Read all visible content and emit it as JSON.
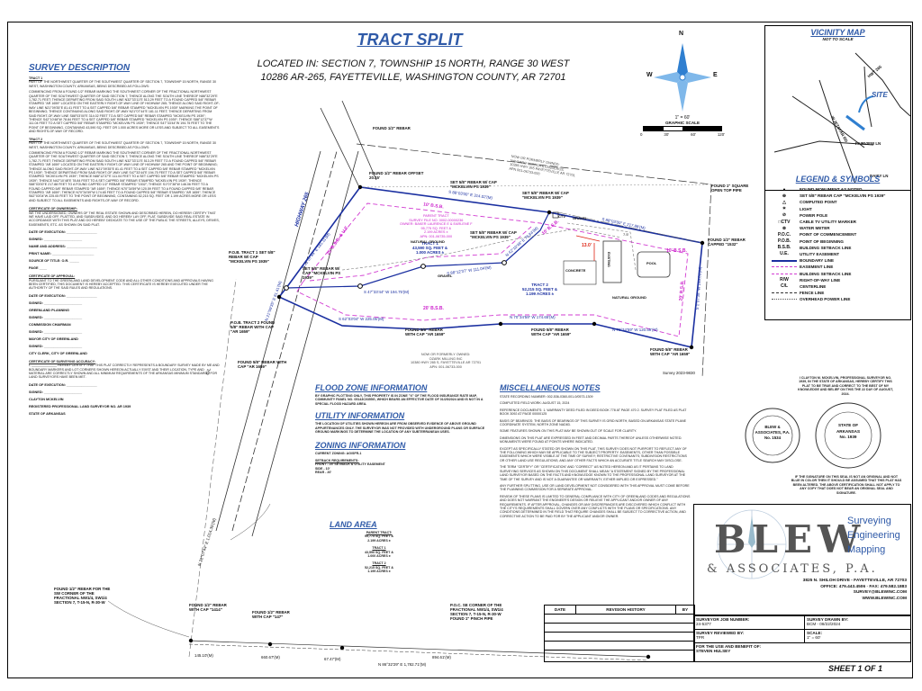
{
  "title": "TRACT SPLIT",
  "location_line1": "LOCATED IN: SECTION 7, TOWNSHIP 15 NORTH, RANGE 30 WEST",
  "location_line2": "10286 AR-265, FAYETTEVILLE, WASHINGTON COUNTY, AR 72701",
  "north": {
    "n": "N",
    "s": "S",
    "e": "E",
    "w": "W"
  },
  "graphic_scale": {
    "label": "GRAPHIC SCALE",
    "ratio": "1\" = 60'",
    "ticks": [
      "0",
      "30'",
      "60'",
      "120'"
    ]
  },
  "vicinity": {
    "title": "VICINITY MAP",
    "subtitle": "NOT TO SCALE",
    "site": "SITE",
    "roads": [
      "HWY 265",
      "W JETSTAR RD",
      "FAIRVIEW LN",
      "DAISY LN"
    ]
  },
  "legend": {
    "title": "LEGEND & SYMBOLS",
    "items": [
      {
        "sym": "●",
        "text": "FOUND MONUMENT AS NOTED"
      },
      {
        "sym": "⊕",
        "text": "SET 5/8\" REBAR CAP \"MCKELVIN PS 1939\""
      },
      {
        "sym": "△",
        "text": "COMPUTED POINT"
      },
      {
        "sym": "✶",
        "text": "LIGHT"
      },
      {
        "sym": "⊘",
        "text": "POWER POLE"
      },
      {
        "sym": "□CTV",
        "text": "CABLE TV UTILITY MARKER"
      },
      {
        "sym": "⊗",
        "text": "WATER METER"
      },
      {
        "sym": "P.O.C.",
        "text": "POINT OF COMMENCEMENT"
      },
      {
        "sym": "P.O.B.",
        "text": "POINT OF BEGINNING"
      },
      {
        "sym": "B.S.B.",
        "text": "BUILDING SETBACK LINE"
      },
      {
        "sym": "U.E.",
        "text": "UTILITY EASEMENT"
      },
      {
        "sym": "",
        "text": "BOUNDARY LINE"
      },
      {
        "sym": "",
        "text": "EASEMENT LINE"
      },
      {
        "sym": "",
        "text": "BUILDING SETBACK LINE"
      },
      {
        "sym": "R/W",
        "text": "RIGHT-OF-WAY LINE"
      },
      {
        "sym": "C/L",
        "text": "CENTERLINE"
      },
      {
        "sym": "",
        "text": "FENCE LINE"
      },
      {
        "sym": "",
        "text": "OVERHEAD POWER LINE"
      }
    ]
  },
  "survey_description": {
    "title": "SURVEY DESCRIPTION",
    "tract1_label": "TRACT 1",
    "tract1_p1": "PART OF THE NORTHWEST QUARTER OF THE SOUTHWEST QUARTER OF SECTION 7, TOWNSHIP 15 NORTH, RANGE 30 WEST, WASHINGTON COUNTY, ARKANSAS, BEING DESCRIBED AS FOLLOWS:",
    "tract1_p2": "COMMENCING FROM A FOUND 1/2\" REBAR MARKING THE SOUTHWEST CORNER OF THE FRACTIONAL NORTHWEST QUARTER OF THE SOUTHWEST QUARTER OF SAID SECTION 7; THENCE ALONG THE SOUTH LINE THEREOF N86°32'29\"E 1,782.71 FEET; THENCE DEPARTING FROM SAID SOUTH LINE N32°33'11\"E 513.29 FEET TO A FOUND CAPPED 5/8\" REBAR STAMPED \"AR 1659\" LOCATED ON THE EASTERLY RIGHT-OF-WAY LINE OF HIGHWAY 265; THENCE ALONG SAID RIGHT-OF-WAY LINE N21°09'35\"E 81.41 FEET TO A SET CAPPED 5/8\" REBAR STAMPED \"MCKELVIN PS 1939\" MARKING THE POINT OF BEGINNING; THENCE CONTINUING ALONG SAID RIGHT-OF-WAY N21°07'44\"E 181.11 FEET; THENCE DEPARTING FROM SAID RIGHT-OF-WAY LINE S88°03'00\"E 314.02 FEET TO A SET CAPPED 5/8\" REBAR STAMPED \"MCKELVIN PS 1939\"; THENCE S42°10'48\"W 78.84 FEET TO A SET CAPPED 5/8\" REBAR STAMPED \"MCKELVIN PS 1939\"; THENCE S88°12'37\"W 111.04 FEET TO A SET CAPPED 5/8\" REBAR STAMPED \"MCKELVIN PS 1939\"; THENCE S47°33'44\"W 194.75 FEET TO THE POINT OF BEGINNING, CONTAINING 43,590 SQ. FEET OR 1.000 ACRES MORE OR LESS AND SUBJECT TO ALL EASEMENTS AND RIGHTS-OF-WAY OF RECORD.",
    "tract2_label": "TRACT 2",
    "tract2_p1": "PART OF THE NORTHWEST QUARTER OF THE SOUTHWEST QUARTER OF SECTION 7, TOWNSHIP 15 NORTH, RANGE 30 WEST, WASHINGTON COUNTY, ARKANSAS, BEING DESCRIBED AS FOLLOWS:",
    "tract2_p2": "COMMENCING FROM A FOUND 1/2\" REBAR MARKING THE SOUTHWEST CORNER OF THE FRACTIONAL NORTHWEST QUARTER OF THE SOUTHWEST QUARTER OF SAID SECTION 7; THENCE ALONG THE SOUTH LINE THEREOF N86°32'29\"E 1,782.71 FEET; THENCE DEPARTING FROM SAID SOUTH LINE N32°33'11\"E 513.29 FEET TO A FOUND CAPPED 5/8\" REBAR STAMPED \"AR 1659\" LOCATED ON THE EASTERLY RIGHT-OF-WAY LINE OF HIGHWAY 265 AND THE POINT OF BEGINNING; THENCE ALONG SAID RIGHT-OF-WAY LINE N21°09'35\"E 81.41 FEET TO A SET CAPPED 5/8\" REBAR STAMPED \"MCKELVIN PS 1939\"; THENCE DEPARTING FROM SAID RIGHT-OF-WAY LINE S47°33'44\"E 194.75 FEET TO A SET CAPPED 5/8\" REBAR STAMPED \"MCKELVIN PS 1939\"; THENCE N88°12'37\"E 111.04 FEET TO A SET CAPPED 5/8\" REBAR STAMPED \"MCKELVIN PS 1939\"; THENCE N42°10'48\"E 78.84 FEET TO A SET CAPPED 5/8\" REBAR STAMPED \"MCKELVIN PS 1939\"; THENCE S88°03'00\"E 217.88 FEET TO A FOUND CAPPED 1/2\" REBAR STAMPED \"1532\"; THENCE S1°07'38\"W 146.06 FEET TO A FOUND CAPPED 5/8\" REBAR STAMPED \"AR 1659\"; THENCE N70°34'59\"W 120.59 FEET TO A FOUND CAPPED 5/8\" REBAR STAMPED \"AR 1659\"; THENCE N70°34'59\"W 174.65 FEET TO A FOUND CAPPED 5/8\" REBAR STAMPED \"AR 1659\"; THENCE S62°03'04\"W 225.05 FEET TO THE POINT OF BEGINNING, CONTAINING 52,215 SQ. FEET OR 1.199 ACRES MORE OR LESS AND SUBJECT TO ALL EASEMENTS AND RIGHTS-OF-WAY OF RECORD."
  },
  "ownership": {
    "title": "CERTIFICATE OF OWNERSHIP:",
    "text": "WE THE UNDERSIGNED, OWNERS OF THE REAL ESTATE SHOWN AND DESCRIBED HEREIN, DO HEREBY CERTIFY THAT WE HAVE LAID OFF, PLATTED, AND SUBDIVIDED, AND DO HEREBY LAY OFF, PLAT, SUBDIVIDE SAID REAL ESTATE IN ACCORDANCE WITH THIS PLAT AND DO HEREBY DEDICATE TO THE USE OF THE PUBLIC THE STREETS, ALLEYS, DRIVES, EASEMENTS, ETC. AS SHOWN ON SAID PLAT.",
    "lines": [
      "DATE OF EXECUTION: ________________",
      "SIGNED: ____________________",
      "NAME AND ADDRESS: ________________",
      "PRINT NAME: ______________________",
      "SOURCE OF TITLE: O.R. _____",
      "PAGE ____"
    ]
  },
  "approval": {
    "title": "CERTIFICATE OF APPROVAL:",
    "text": "PURSUANT TO THE GREENLAND LAND DEVELOPMENT CODE AND ALL OTHER CONDITIONS AND APPROVALS HAVING BEEN CERTIFIED, THIS DOCUMENT IS HEREBY ACCEPTED. THIS CERTIFICATE IS HEREBY EXECUTED UNDER THE AUTHORITY OF THE SAID RULES AND REGULATIONS.",
    "lines": [
      "DATE OF EXECUTION: ________________",
      "SIGNED: ____________________",
      "GREENLAND PLANNING",
      "SIGNED: ____________________",
      "COMMISSION CHAIRMAN",
      "SIGNED: ____________________",
      "MAYOR CITY OF GREENLAND",
      "SIGNED: ____________________",
      "CITY CLERK, CITY OF GREENLAND"
    ]
  },
  "accuracy": {
    "title": "CERTIFICATE OF SURVEYING ACCURACY:",
    "text": "I, ______________ HEREBY CERTIFY THAT THIS PLAT CORRECTLY REPRESENTS A BOUNDARY SURVEY MADE BY ME AND BOUNDARY MARKERS AND LOT CORNERS SHOWN HEREON ACTUALLY EXIST AND THEIR LOCATION, TYPE AND MATERIAL ARE CORRECTLY SHOWN AND ALL MINIMUM REQUIREMENTS OF THE ARKANSAS MINIMUM STANDARDS FOR LAND SURVEYORS HAVE BEEN MET.",
    "lines": [
      "DATE OF EXECUTION: ________________",
      "SIGNED: ____________________",
      "CLAYTON MCKELVIN",
      "REGISTERED PROFESSIONAL LAND SURVEYOR NO. AR 1939",
      "STATE OF ARKANSAS"
    ]
  },
  "flood": {
    "title": "FLOOD ZONE INFORMATION",
    "text": "BY GRAPHIC PLOTTING ONLY, THIS PROPERTY IS IN ZONE \"X\" OF THE FLOOD INSURANCE RATE MAP, COMMUNITY PANEL NO. 05143C0355G, WHICH BEARS AN EFFECTIVE DATE OF 01/25/2024 AND IS NOT IN A SPECIAL FLOOD HAZARD AREA."
  },
  "utility": {
    "title": "UTILITY INFORMATION",
    "text": "THE LOCATION OF UTILITIES SHOWN HEREON ARE FROM OBSERVED EVIDENCE OF ABOVE GROUND APPURTENANCES ONLY. THE SURVEYOR WAS NOT PROVIDED WITH UNDERGROUND PLANS OR SURFACE GROUND MARKINGS TO DETERMINE THE LOCATION OF ANY SUBTERRANEAN USES."
  },
  "zoning": {
    "title": "ZONING INFORMATION",
    "current": "CURRENT ZONING: AG/SFR-1",
    "setback_title": "SETBACK REQUIREMENTS:",
    "lines": [
      "FRONT - 25' SETBACK & UTILITY EASEMENT",
      "SIDE - 10'",
      "REAR - 20'"
    ]
  },
  "land_area": {
    "title": "LAND AREA",
    "groups": [
      {
        "label": "PARENT TRACT:",
        "sqft": "95,775 SQ. FEET &",
        "acres": "2.199 ACRES ±"
      },
      {
        "label": "TRACT 1",
        "sqft": "43,590 SQ. FEET &",
        "acres": "1.000 ACRES ±"
      },
      {
        "label": "TRACT 2",
        "sqft": "52,215 SQ. FEET &",
        "acres": "1.199 ACRES ±"
      }
    ]
  },
  "misc": {
    "title": "MISCELLANEOUS NOTES",
    "notes": [
      "STATE RECORDING NUMBER: 002-536-0360-001-0/0573-1309",
      "COMPLETED FIELD WORK: AUGUST 15, 2024",
      "REFERENCE DOCUMENTS: 1. WARRANTY DEED FILED IN DEED BOOK 778 AT PAGE 470 2. SURVEY PLAT FILED AS PLAT BOOK 3092 AT PAGE 00000125",
      "BASIS OF BEARINGS: THE BASIS OF BEARINGS OF THIS SURVEY IS GRID NORTH, BASED ON ARKANSAS STATE PLANE COORDINATE SYSTEM, NORTH ZONE NAD83.",
      "SOME FEATURES SHOWN ON THIS PLAT MAY BE SHOWN OUT OF SCALE FOR CLARITY.",
      "DIMENSIONS ON THIS PLAT ARE EXPRESSED IN FEET AND DECIMAL PARTS THEREOF UNLESS OTHERWISE NOTED. MONUMENTS WERE FOUND AT POINTS WHERE INDICATED.",
      "EXCEPT AS SPECIFICALLY STATED OR SHOWN ON THIS PLAT, THIS SURVEY DOES NOT PURPORT TO REFLECT ANY OF THE FOLLOWING WHICH MAY BE APPLICABLE TO THE SUBJECT PROPERTY: EASEMENTS, OTHER THAN POSSIBLE EASEMENTS WHICH WERE VISIBLE AT THE TIME OF SURVEY; RESTRICTIVE COVENANTS; SUBDIVISION RESTRICTIONS OR OTHER LAND USE REGULATIONS; AND ANY OTHER FACTS WHICH AN ACCURATE TITLE SEARCH MAY DISCLOSE.",
      "THE TERM \"CERTIFY\" OR \"CERTIFICATION\" AND \"CORRECT\" AS NOTED HEREON AND AS IT PERTAINS TO LAND SURVEYING SERVICES AS SHOWN ON THIS DOCUMENT SHALL MEAN \"A STATEMENT SIGNED BY THE PROFESSIONAL LAND SURVEYOR BASED ON THE FACTS AND KNOWLEDGE KNOWN TO THE PROFESSIONAL LAND SURVEYOR AT THE TIME OF THE SURVEY AND IS NOT A GUARANTEE OR WARRANTY, EITHER IMPLIED OR EXPRESSED.\"",
      "ANY FURTHER SPLITTING, USE OR LAND DEVELOPMENT NOT CONSIDERED WITH THIS APPROVAL MUST COME BEFORE THE PLANNING COMMISSION FOR A SEPARATE APPROVAL.",
      "REVIEW OF THESE PLANS IS LIMITED TO GENERAL COMPLIANCE WITH CITY OF GREENLAND CODES AND REGULATIONS AND DOES NOT WARRANT THE ENGINEER'S DESIGN OR RELIEVE THE APPLICANT AND/OR OWNER OF ANY REQUIREMENTS. IF AFTER APPROVAL, CHANGES OR ANY DISCREPANCIES ARE DISCOVERED WHICH CONFLICT WITH THE CITY'S REQUIREMENTS SHALL GOVERN OVER ANY CONFLICTS WITH THE PLANS OR SPECIFICATIONS. ANY CONDITIONS DETERMINED IN THE FIELD THAT REQUIRE CHANGES SHALL BE SUBJECT TO CORRECTIVE ACTION, AND CORRECTIVE ACTION TO BE PAID FOR BY THE APPLICANT AND/OR OWNER."
    ]
  },
  "certification_note": "I CLAYTON M. MCKELVIN, PROFESSIONAL SURVEYOR NO. 1939, IN THE STATE OF ARKANSAS, HEREBY CERTIFY THIS PLAT TO BE TRUE AND CORRECT TO THE BEST OF MY KNOWLEDGE AND BELIEF ON THIS THE 22 DAY OF AUGUST, 2024.",
  "seals": {
    "seal1_lines": [
      "BLEW &",
      "ASSOCIATES, P.A.",
      "No. 1534"
    ],
    "seal2_lines": [
      "STATE OF",
      "ARKANSAS",
      "No. 1939"
    ]
  },
  "seal_note": "IF THE SIGNATURE ON THIS SEAL IS NOT AN ORIGINAL AND NOT BLUE IN COLOR THEN IT SHOULD BE ASSUMED THAT THIS PLAT HAS BEEN ALTERED. THE ABOVE CERTIFICATION SHALL NOT APPLY TO ANY COPY THAT DOES NOT BEAR AN ORIGINAL SEAL AND SIGNATURE.",
  "company": {
    "name_big": "BLEW",
    "name_sub": "& ASSOCIATES, P.A.",
    "services": [
      "Surveying",
      "Engineering",
      "Mapping"
    ],
    "address": "3825 N. SHILOH DRIVE - FAYETTEVILLE, AR 72703",
    "phone": "OFFICE: 479.443.4506 · FAX: 479.582.1883",
    "email": "SURVEY@BLEWINC.COM",
    "web": "WWW.BLEWINC.COM"
  },
  "title_block": {
    "job_label": "SURVEYOR JOB NUMBER:",
    "job_value": "24-5377",
    "drawn_label": "SURVEY DRAWN BY:",
    "drawn_value": "BCM - 08/22/2024",
    "reviewed_label": "SURVEY REVIEWED BY:",
    "reviewed_value": "TPR",
    "scale_label": "SCALE:",
    "scale_value": "1\" = 60'",
    "benefit_label": "FOR THE USE AND BENEFIT OF:",
    "benefit_value": "STEVEN HULSEY"
  },
  "revision": {
    "date_h": "DATE",
    "history_h": "REVISION HISTORY",
    "by_h": "BY"
  },
  "survey_id": "Survey 2023-9830",
  "sheet": "SHEET 1 OF 1",
  "plan": {
    "highway": "HIGHWAY 265",
    "natural_ground": "NATURAL GROUND",
    "gravel": "GRAVEL",
    "concrete": "CONCRETE",
    "pool": "POOL",
    "existing": "EXISTING",
    "cl": "C/L",
    "tract1_label": "TRACT 1",
    "tract1_area": "43,590 SQ. FEET &",
    "tract1_acres": "1.000 ACRES ±",
    "tract2_label": "TRACT 2",
    "tract2_area": "52,215 SQ. FEET &",
    "tract2_acres": "1.199 ACRES ±",
    "parent_tract": [
      "PARENT TRACT",
      "SURVEY FILE NO. 0002-00000236",
      "OWNER: BAKER LAURENCE E & EARLENE F",
      "95,775 SQ. FEET &",
      "2.199 ACRES ±",
      "APN: 001-06735-000"
    ],
    "north_owner": [
      "NOW OR FORMERLY OWNED:",
      "NAVARRO MONICA & LANDEROS",
      "10286 HWY 265 FAYETTEVILLE AR 72701",
      "APN 001-06733-000"
    ],
    "south_owner": [
      "NOW OR FORMERLY OWNED:",
      "OZARK MILLING INC",
      "10380 HWY 265 S, FAYETTEVILLE AR 72701",
      "APN: 001-06733-000"
    ],
    "callouts": [
      "FOUND 1/2\" REBAR",
      "FOUND 1/2\" REBAR OFFSET 20.15'",
      "SET 5/8\" REBAR W/ CAP \"MCKELVIN PS 1939\"",
      "FOUND 1\" SQUARE OPEN TOP PIPE",
      "FOUND 1/2\" REBAR CAPPED \"1532\"",
      "P.O.B. TRACT 1 SET 5/8\" REBAR W/ CAP \"MCKELVIN PS 1939\"",
      "SET 5/8\" REBAR W/ CAP \"MCKELVIN PS 1939\"",
      "SET 5/8\" REBAR W/ CAP \"MCKELVIN PS 1939\"",
      "SET 5/8\" REBAR W/ CAP \"MCKELVIN PS 1939\"",
      "FOUND 5/8\" REBAR WITH CAP \"AR 1659\"",
      "FOUND 5/8\" REBAR WITH CAP \"AR 1659\"",
      "FOUND 5/8\" REBAR WITH CAP \"AR 1659\"",
      "P.O.B. TRACT 2 FOUND 5/8\" REBAR WITH CAP \"AR 1659\"",
      "FOUND 5/8\" REBAR WITH CAP \"AR 1659\"",
      "FOUND 1/2\" REBAR FOR THE SW CORNER OF THE FRACTIONAL NW1/4, SW1/4 SECTION 7, T-15-N, R-30-W",
      "FOUND 1/2\" REBAR WITH CAP \"1414\"",
      "FOUND 1/2\" REBAR WITH CAP \"147\"",
      "P.O.C. SE CORNER OF THE FRACTIONAL NW1/4, SW1/4 SECTION 7, T-15-N, R-30-W FOUND 1\" PINCH PIPE"
    ],
    "bearings": [
      "S 88°03'00\" E 314.02'(M)",
      "S 88°03'00\" E 217.88'(M)",
      "N 21°07'44\" E 181.11'(M)",
      "N 21°09'35\" E 81.41'(M)",
      "S 47°33'44\" W 194.75'(M)",
      "S 88°12'37\" W 111.04'(M)",
      "N 42°10'48\" E 78.84'(M)",
      "S 62°03'04\" W 225.05'(M)",
      "N 70°34'59\" W 174.65'(M)",
      "N 70°34'59\" W 120.59'(M)",
      "S 1°07'38\" W 146.06'(M)",
      "N 21°07'44\" E 1,014.35'(M)",
      "N 86°32'29\" E 1,782.71'(M)",
      "145.10'(M)",
      "660.67'(M)",
      "67.47'(M)",
      "894.61'(M)"
    ],
    "setback_labels": [
      "25' B.S.B.",
      "10' B.S.B.",
      "20' B.S.B.",
      "10' B.S.B.",
      "20' B.S.B.",
      "25' B.S.B. & U.E."
    ],
    "ctv": "CTV",
    "dim_13": "13.0'",
    "dim_75": "7.5'"
  }
}
